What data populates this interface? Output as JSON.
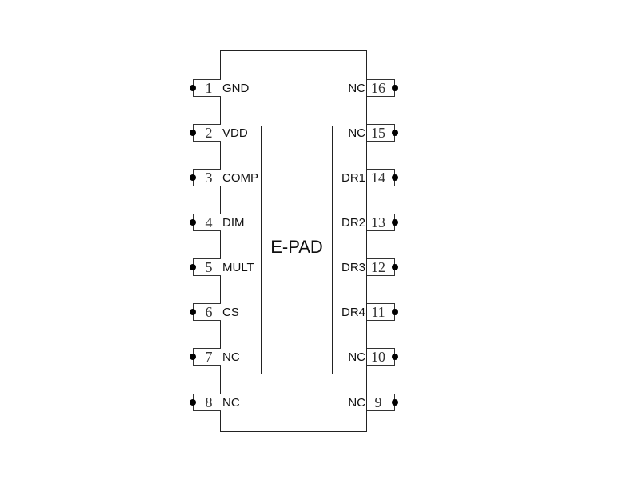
{
  "diagram": {
    "type": "IC pinout",
    "center_pad_label": "E-PAD",
    "left_pins": [
      {
        "number": "1",
        "name": "GND"
      },
      {
        "number": "2",
        "name": "VDD"
      },
      {
        "number": "3",
        "name": "COMP"
      },
      {
        "number": "4",
        "name": "DIM"
      },
      {
        "number": "5",
        "name": "MULT"
      },
      {
        "number": "6",
        "name": "CS"
      },
      {
        "number": "7",
        "name": "NC"
      },
      {
        "number": "8",
        "name": "NC"
      }
    ],
    "right_pins": [
      {
        "number": "16",
        "name": "NC"
      },
      {
        "number": "15",
        "name": "NC"
      },
      {
        "number": "14",
        "name": "DR1"
      },
      {
        "number": "13",
        "name": "DR2"
      },
      {
        "number": "12",
        "name": "DR3"
      },
      {
        "number": "11",
        "name": "DR4"
      },
      {
        "number": "10",
        "name": "NC"
      },
      {
        "number": "9",
        "name": "NC"
      }
    ]
  }
}
